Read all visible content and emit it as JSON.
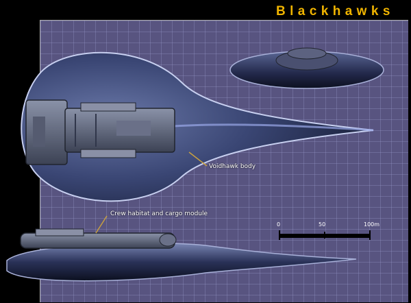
{
  "title": "Blackhawks",
  "labels": {
    "body": "Voidhawk body",
    "module": "Crew habitat and cargo module"
  },
  "scale": {
    "ticks": [
      "0",
      "50",
      "100m"
    ]
  },
  "colors": {
    "background": "#000000",
    "title": "#f0b400",
    "grid_panel": "#585480",
    "hull": "#3c4a78",
    "pointer_line": "#c8a040"
  }
}
